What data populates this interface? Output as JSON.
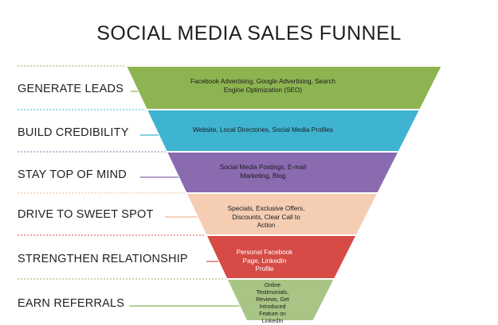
{
  "title": "SOCIAL MEDIA SALES FUNNEL",
  "stages": [
    {
      "label": "GENERATE LEADS",
      "text": "Facebook Advertising, Google Advertising, Search Engine Optimization (SEO)",
      "color": "#8db451",
      "line_color": "#8db451"
    },
    {
      "label": "BUILD CREDIBILITY",
      "text": "Website, Local Directories, Social Media Profiles",
      "color": "#3fb4d0",
      "line_color": "#3fb4d0"
    },
    {
      "label": "STAY TOP OF MIND",
      "text": "Social Media Postings, E-mail Marketing, Blog",
      "color": "#8a6bb0",
      "line_color": "#8a6bb0"
    },
    {
      "label": "DRIVE TO SWEET SPOT",
      "text": "Specials, Exclusive Offers, Discounts, Clear Call to Action",
      "color": "#f5cdb3",
      "line_color": "#f0b898"
    },
    {
      "label": "STRENGTHEN RELATIONSHIP",
      "text": "Personal Facebook Page, LinkedIn Profile",
      "color": "#d64b45",
      "line_color": "#d64b45"
    },
    {
      "label": "EARN REFERRALS",
      "text": "Online Testimonials, Reviews, Get Introduced Feature on LinkedIn",
      "color": "#a9c585",
      "line_color": "#8db451"
    }
  ]
}
